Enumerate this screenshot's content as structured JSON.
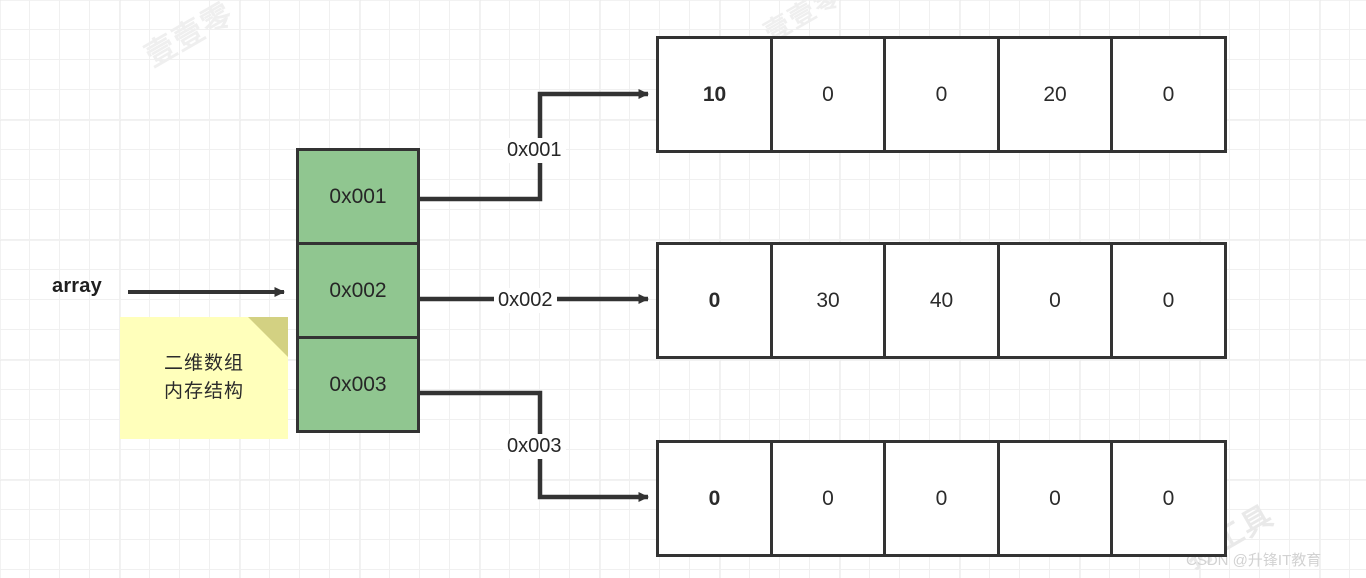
{
  "diagram": {
    "title_note": {
      "line1": "二维数组",
      "line2": "内存结构"
    },
    "variable_label": "array",
    "pointer_column": {
      "cells": [
        {
          "address": "0x001"
        },
        {
          "address": "0x002"
        },
        {
          "address": "0x003"
        }
      ]
    },
    "connectors": [
      {
        "label": "0x001"
      },
      {
        "label": "0x002"
      },
      {
        "label": "0x003"
      }
    ],
    "rows": [
      {
        "address": "0x001",
        "values": [
          "10",
          "0",
          "0",
          "20",
          "0"
        ]
      },
      {
        "address": "0x002",
        "values": [
          "0",
          "30",
          "40",
          "0",
          "0"
        ]
      },
      {
        "address": "0x003",
        "values": [
          "0",
          "0",
          "0",
          "0",
          "0"
        ]
      }
    ],
    "watermarks": {
      "diagonal_a": "壹壹零",
      "diagonal_b": "壹壹零",
      "diagonal_c": "孙工具",
      "csdn": "CSDN @升锋IT教育"
    },
    "colors": {
      "pointer_fill": "#90c690",
      "note_fill": "#ffffbb",
      "stroke": "#333333",
      "cell_fill": "#ffffff"
    }
  }
}
